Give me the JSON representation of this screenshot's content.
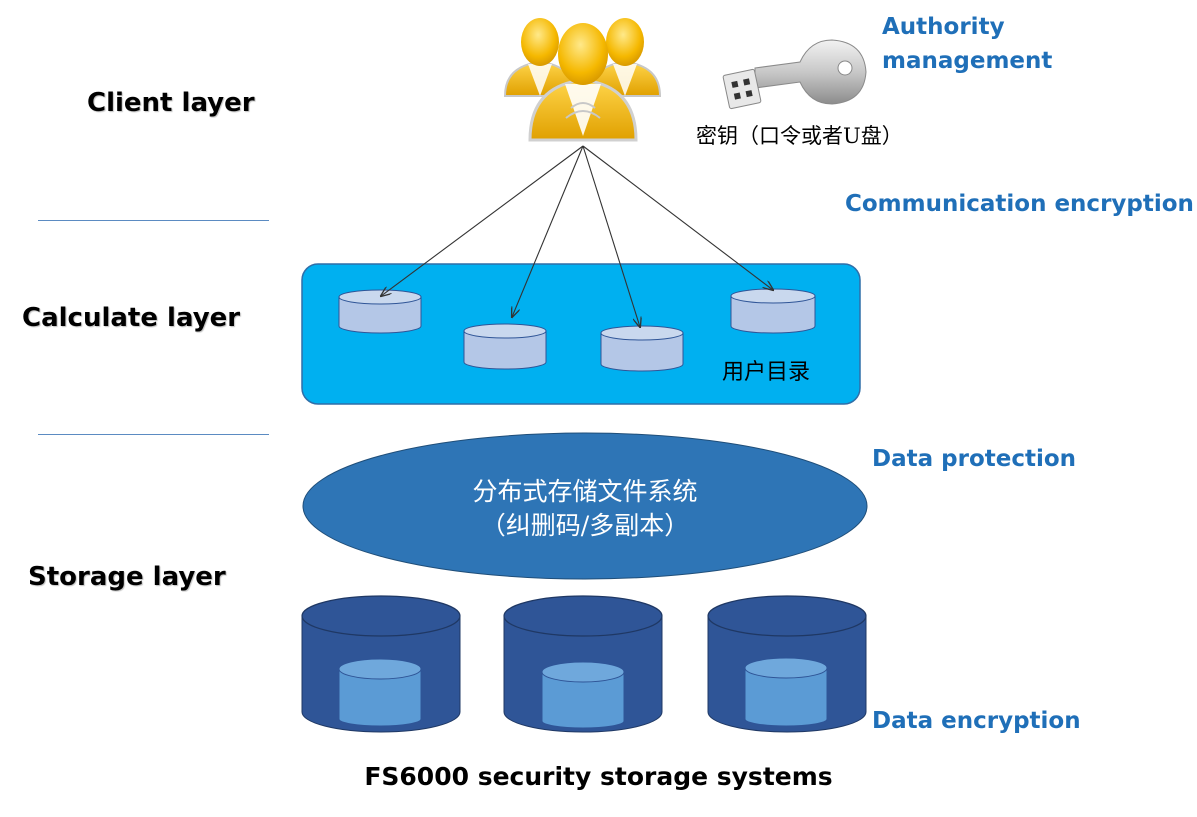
{
  "layers": {
    "client": "Client layer",
    "calculate": "Calculate  layer",
    "storage": "Storage layer"
  },
  "features": {
    "authority_line1": "Authority",
    "authority_line2": "management",
    "communication": "Communication encryption",
    "data_protection": "Data protection",
    "data_encryption": "Data encryption"
  },
  "key_caption": "密钥（口令或者U盘）",
  "user_directory_label": "用户目录",
  "dfs": {
    "line1": "分布式存储文件系统",
    "line2": "（纠删码/多副本）"
  },
  "footer_title": "FS6000 security storage systems",
  "colors": {
    "label_blue": "#1F6FB8",
    "compute_panel": "#00B0F0",
    "dfs_ellipse": "#2E75B6",
    "storage_cylinder": "#2F5597",
    "inner_cylinder": "#5B9BD5",
    "directory_cylinder": "#B4C7E7"
  },
  "icons": {
    "users": "user-group-icon",
    "key": "usb-key-icon"
  }
}
